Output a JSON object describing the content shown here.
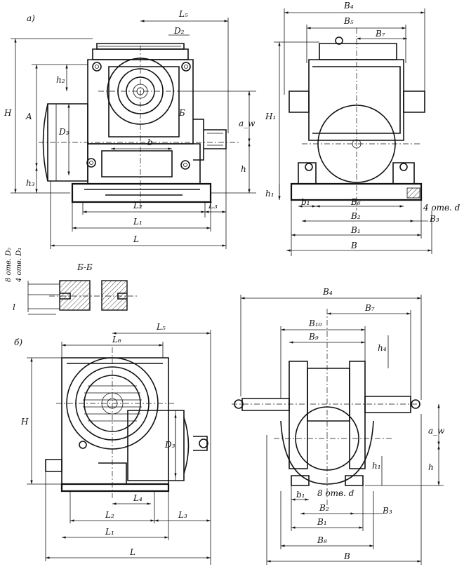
{
  "views": {
    "a": {
      "caption": "а)",
      "front": {
        "dims": [
          "L5",
          "D2",
          "h2",
          "A",
          "H",
          "D3",
          "Б",
          "a_w",
          "b",
          "h3",
          "h",
          "L2",
          "L3",
          "L1",
          "L"
        ],
        "labels": {
          "L5": "L₅",
          "D2": "D₂",
          "h2": "h₂",
          "A": "A",
          "H": "H",
          "D3": "D₃",
          "B_sect": "Б",
          "aw": "a_w",
          "b": "b",
          "h3": "h₃",
          "h": "h",
          "L2": "L₂",
          "L3": "L₃",
          "L1": "L₁",
          "L": "L"
        }
      },
      "side": {
        "labels": {
          "B4": "B₄",
          "B5": "B₅",
          "B7": "B₇",
          "H1": "H₁",
          "h1": "h₁",
          "b1": "b₁",
          "B6": "B₆",
          "holes": "4 отв. d",
          "B2": "B₂",
          "B3": "B₃",
          "B1": "B₁",
          "B": "B"
        }
      }
    },
    "section": {
      "title": "Б-Б",
      "labels": {
        "holes8": "8 отв. D₂",
        "holes4": "4 отв. D₁",
        "l": "l"
      }
    },
    "b": {
      "caption": "б)",
      "front": {
        "labels": {
          "L5": "L₅",
          "L6": "L₆",
          "H": "H",
          "D3": "D₃",
          "L4": "L₄",
          "L2": "L₂",
          "L3": "L₃",
          "L1": "L₁",
          "L": "L"
        }
      },
      "side": {
        "labels": {
          "B4": "B₄",
          "B10": "B₁₀",
          "B7": "B₇",
          "B9": "B₉",
          "h4": "h₄",
          "aw": "a_w",
          "h": "h",
          "h1": "h₁",
          "holes": "8 отв. d",
          "b1": "b₁",
          "B2": "B₂",
          "B3": "B₃",
          "B1": "B₁",
          "B8": "B₈",
          "B": "B"
        }
      }
    }
  }
}
